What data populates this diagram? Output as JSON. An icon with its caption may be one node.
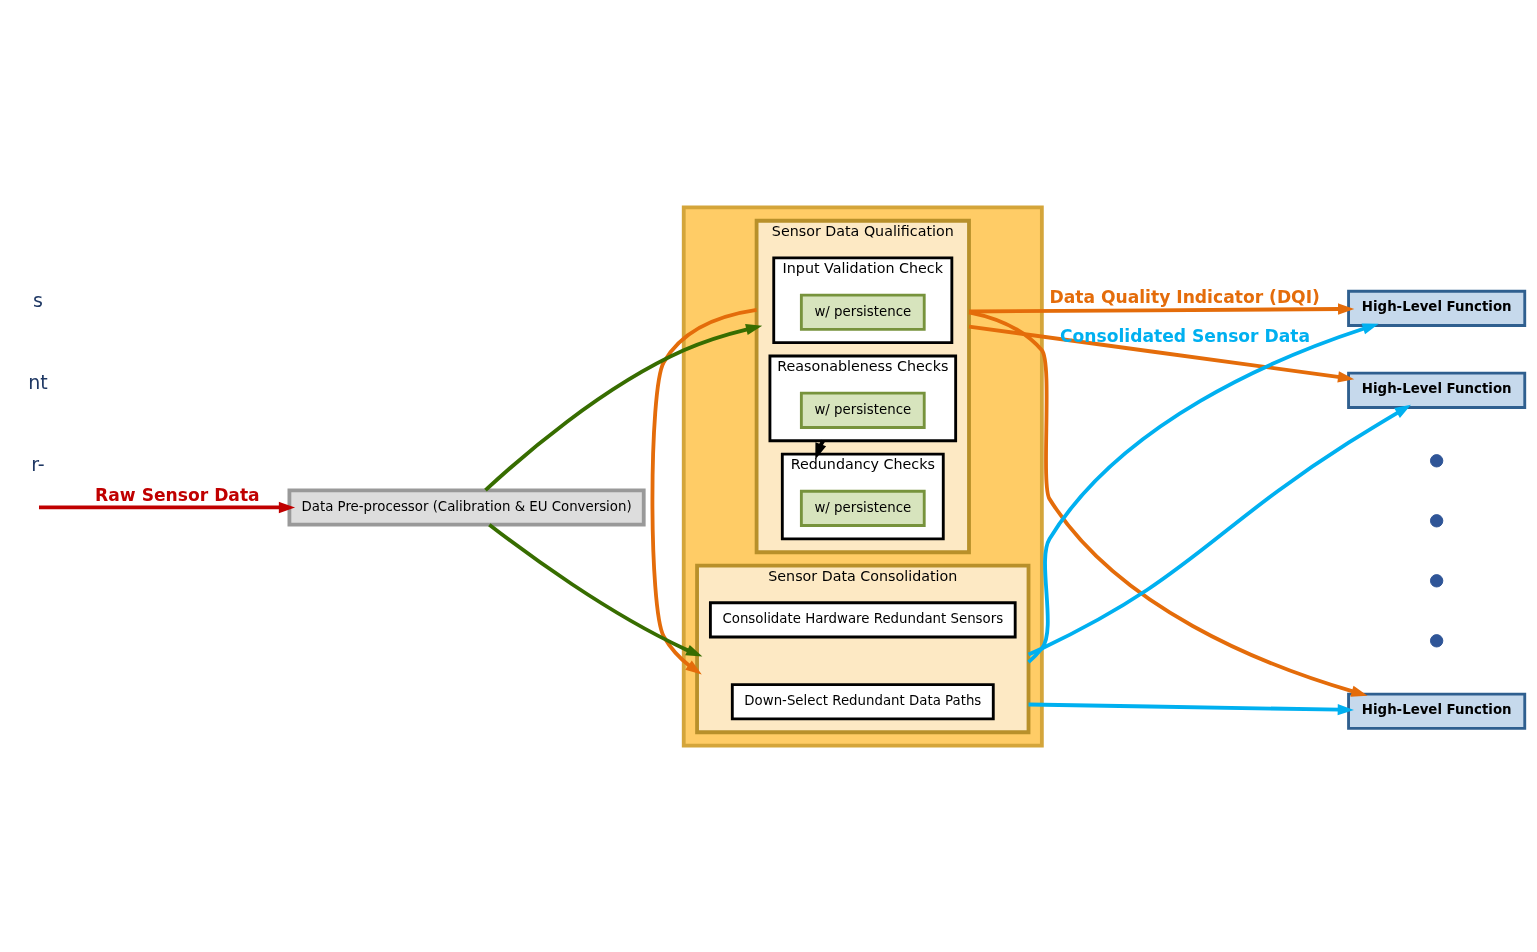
{
  "diagram": {
    "nodes": [
      {
        "text": [],
        "shape": "box"
      },
      {
        "text": [
          "Sensor Data Qualification"
        ],
        "in": 0
      },
      {
        "text": [
          "Input Validation Check"
        ],
        "in": 1
      },
      {
        "text": [
          "w/ persistence"
        ],
        "in": 2
      },
      {
        "text": [
          "Reasonableness Checks"
        ],
        "in": 1
      },
      {
        "text": [
          "w/ persistence"
        ],
        "in": 4
      },
      {
        "text": [
          "Redundancy Checks"
        ],
        "in": 1
      },
      {
        "text": [
          "w/ persistence"
        ],
        "in": 6
      },
      {
        "text": [
          "Sensor Data Consolidation"
        ],
        "in": 0
      },
      {
        "text": [
          "Down-Select Redundant Data Paths"
        ],
        "in": 8
      },
      {
        "text": [
          "Consolidate Hardware Redundant Sensors"
        ],
        "in": 8
      },
      {
        "text": [
          "Data Pre-processor (Calibration & EU Conversion)"
        ]
      },
      {
        "text": [
          "High-Level Function"
        ]
      },
      {
        "text": [
          "High-Level Function"
        ]
      },
      {
        "text": [],
        "shape": "circle"
      },
      {
        "text": [],
        "shape": "circle"
      },
      {
        "text": [],
        "shape": "circle"
      },
      {
        "text": [],
        "shape": "circle"
      },
      {
        "text": [
          "High-Level Function"
        ]
      }
    ],
    "edges": [
      {
        "from": null,
        "to": 11,
        "arrow": "to",
        "label": "Raw Sensor Data",
        "color": "#c00000"
      },
      {
        "from": 11,
        "to": 1,
        "arrow": "to",
        "color": "#376d00"
      },
      {
        "from": 11,
        "to": 8,
        "arrow": "to",
        "color": "#376d00"
      },
      {
        "from": 4,
        "to": 6,
        "arrow": "to",
        "color": "#000000"
      },
      {
        "from": 1,
        "to": 8,
        "arrow": "to",
        "color": "#e46c0a"
      },
      {
        "from": 1,
        "to": 12,
        "arrow": "to",
        "label": "Data Quality Indicator (DQI)",
        "color": "#e46c0a"
      },
      {
        "from": 1,
        "to": 13,
        "arrow": "to",
        "color": "#e46c0a"
      },
      {
        "from": 1,
        "to": 18,
        "arrow": "to",
        "color": "#e46c0a"
      },
      {
        "from": 8,
        "to": 12,
        "arrow": "to",
        "label": "Consolidated Sensor Data",
        "color": "#00b0f0"
      },
      {
        "from": 8,
        "to": 13,
        "arrow": "to",
        "color": "#00b0f0"
      },
      {
        "from": 8,
        "to": 18,
        "arrow": "to",
        "color": "#00b0f0"
      }
    ],
    "labels": [
      "s",
      "nt",
      "r-"
    ]
  }
}
